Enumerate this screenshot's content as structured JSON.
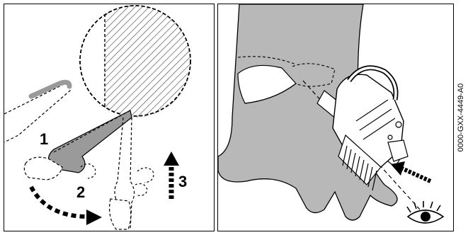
{
  "steps": [
    {
      "number": "1"
    },
    {
      "number": "2"
    },
    {
      "number": "3"
    }
  ],
  "reference_code": "0000-GXX-4449-A0",
  "colors": {
    "line": "#000000",
    "trunk": "#b8b8b8",
    "bar_grey": "#9a9a9a",
    "hatch": "#555555",
    "background": "#ffffff"
  },
  "icons": [
    "eye-icon",
    "arrow-curved-icon",
    "arrow-up-icon",
    "arrow-left-icon"
  ]
}
